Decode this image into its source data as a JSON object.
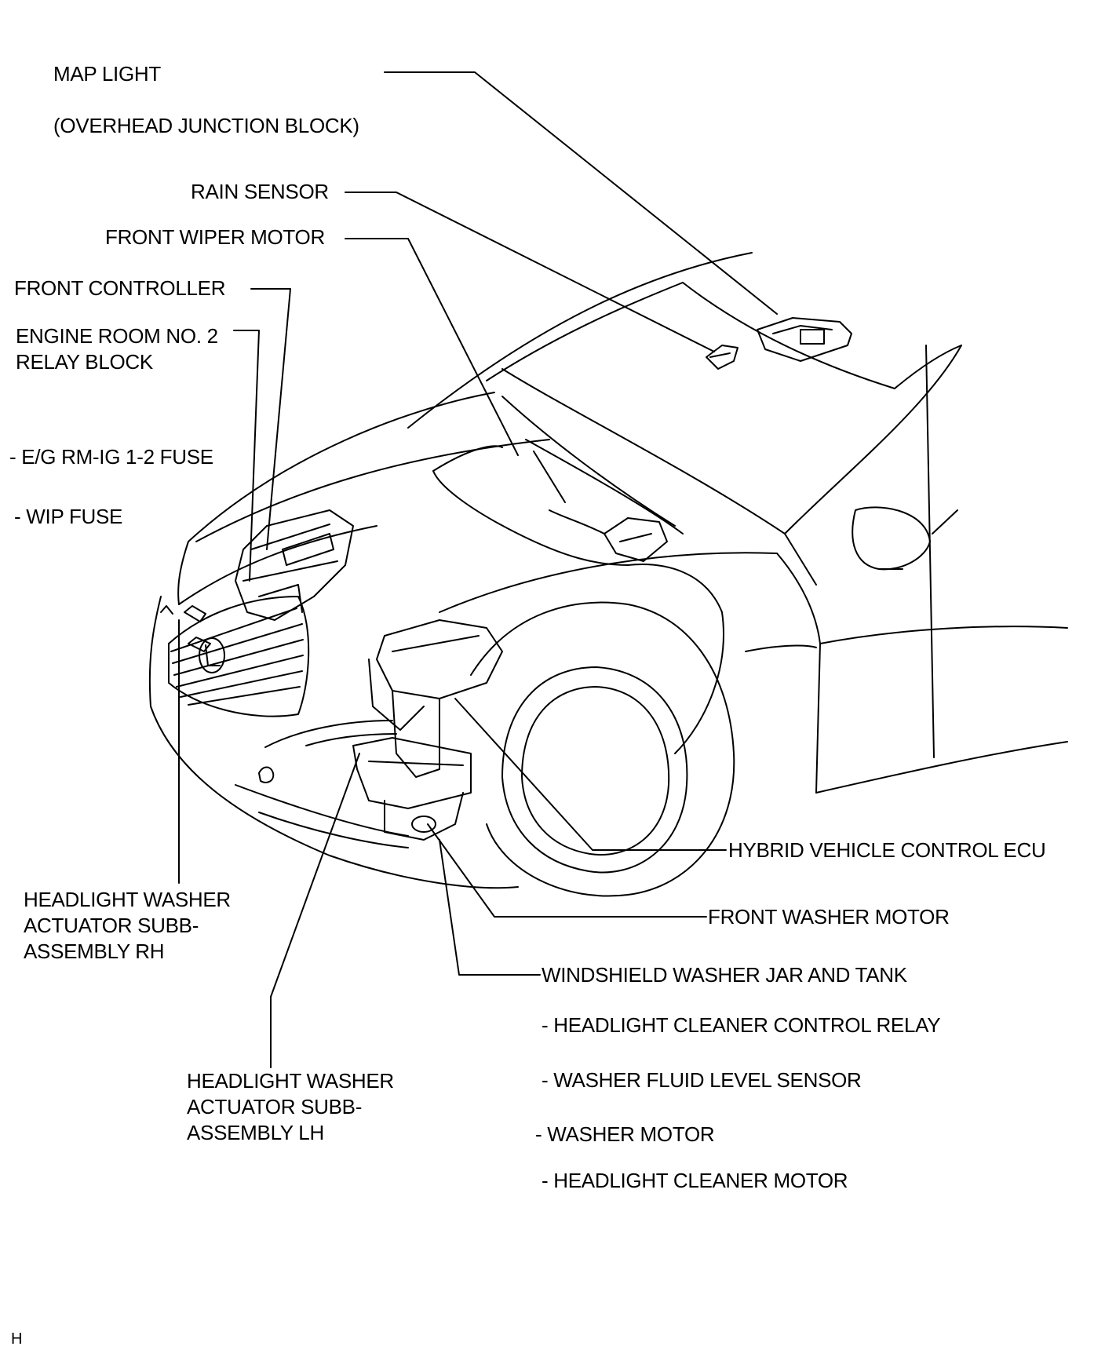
{
  "labels": {
    "map_light": "MAP LIGHT",
    "overhead_junction_block": "(OVERHEAD JUNCTION BLOCK)",
    "rain_sensor": "RAIN SENSOR",
    "front_wiper_motor": "FRONT WIPER MOTOR",
    "front_controller": "FRONT CONTROLLER",
    "engine_room_relay_block": [
      "ENGINE ROOM NO. 2",
      "RELAY BLOCK"
    ],
    "eg_rm_ig_fuse": "- E/G RM-IG 1-2 FUSE",
    "wip_fuse": " - WIP FUSE",
    "headlight_washer_rh": [
      "HEADLIGHT WASHER",
      "ACTUATOR SUBB-",
      "ASSEMBLY RH"
    ],
    "headlight_washer_lh": [
      "HEADLIGHT WASHER",
      "ACTUATOR SUBB-",
      "ASSEMBLY LH"
    ],
    "hybrid_vehicle_control_ecu": "HYBRID VEHICLE CONTROL ECU",
    "front_washer_motor": "FRONT WASHER MOTOR",
    "windshield_washer_jar": "WINDSHIELD WASHER JAR AND TANK",
    "headlight_cleaner_control_relay": "- HEADLIGHT CLEANER CONTROL RELAY",
    "washer_fluid_level_sensor": "- WASHER FLUID LEVEL SENSOR",
    "washer_motor": "-  WASHER MOTOR",
    "headlight_cleaner_motor": "- HEADLIGHT CLEANER MOTOR"
  },
  "corner_mark": "H",
  "colors": {
    "ink": "#000000",
    "paper": "#ffffff"
  }
}
